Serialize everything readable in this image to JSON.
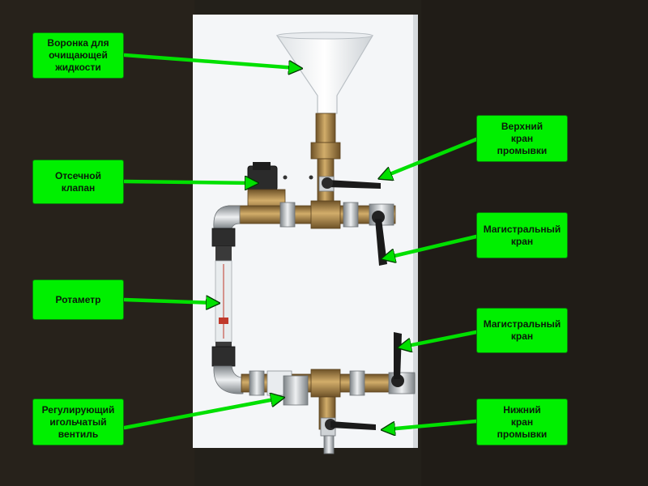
{
  "labels": {
    "funnel": "Воронка для\nочищающей\nжидкости",
    "shutoff_valve": "Отсечной\nклапан",
    "rotameter": "Ротаметр",
    "needle_valve": "Регулирующий\nигольчатый\nвентиль",
    "top_flush_tap": "Верхний\nкран\nпромывки",
    "main_tap_upper": "Магистральный\nкран",
    "main_tap_lower": "Магистральный\nкран",
    "bottom_flush_tap": "Нижний\nкран\nпромывки"
  },
  "colors": {
    "background": "#23201a",
    "board": "#f4f6f8",
    "label_fill": "#00f000",
    "arrow": "#00e000",
    "brass": "#b08a4a",
    "chrome": "#cfd3d6"
  }
}
